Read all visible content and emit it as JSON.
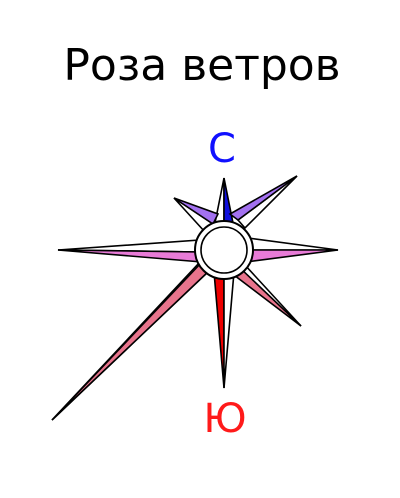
{
  "title": "Роза ветров",
  "labels": {
    "north": "С",
    "south": "Ю"
  },
  "colors": {
    "north_label": "#1010ff",
    "south_label": "#ff1a1a",
    "north_fill": "#1010dd",
    "south_fill": "#ee0000",
    "violet": "#a371f0",
    "pink": "#e87bd7",
    "rose": "#e8748c",
    "stroke": "#000000"
  }
}
